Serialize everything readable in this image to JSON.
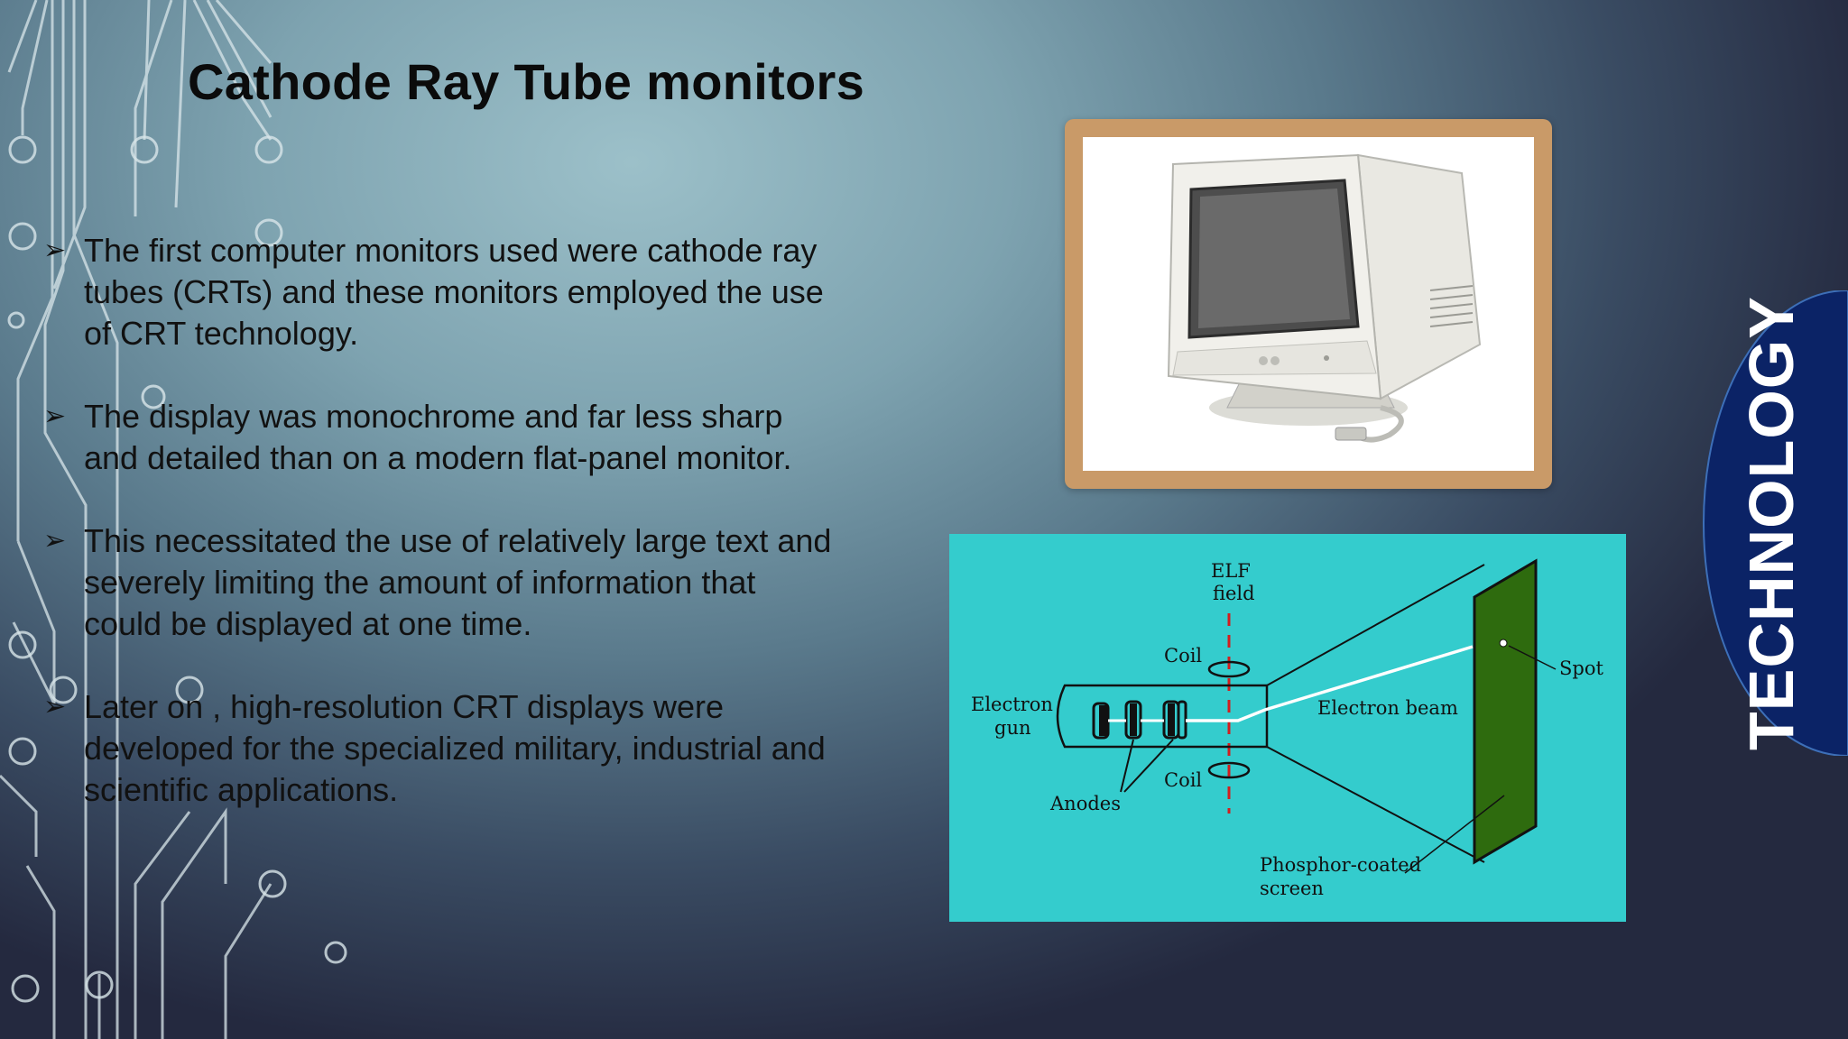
{
  "slide": {
    "title": "Cathode Ray Tube monitors",
    "bullet_marker": "➢",
    "bullets": [
      "The first computer monitors used were cathode ray tubes (CRTs) and these monitors employed the use of CRT technology.",
      "The display was monochrome and far less sharp and detailed than on a modern flat-panel monitor.",
      "This necessitated the use of relatively large text and severely limiting the amount of information that could be displayed at one time.",
      "Later on , high-resolution CRT displays were developed for the specialized military, industrial and scientific applications."
    ]
  },
  "side_tab": {
    "label": "TECHNOLOGY",
    "color": "#0b2366"
  },
  "diagram": {
    "elf_line1": "ELF",
    "elf_line2": "field",
    "coil_top": "Coil",
    "coil_bottom": "Coil",
    "gun_line1": "Electron",
    "gun_line2": "gun",
    "anodes": "Anodes",
    "beam": "Electron beam",
    "spot": "Spot",
    "screen_line1": "Phosphor-coated",
    "screen_line2": "screen",
    "background_color": "#34cccd",
    "screen_color": "#2e6b0e"
  },
  "images": {
    "monitor": "crt-monitor-photo",
    "frame_color": "#c99a68"
  }
}
